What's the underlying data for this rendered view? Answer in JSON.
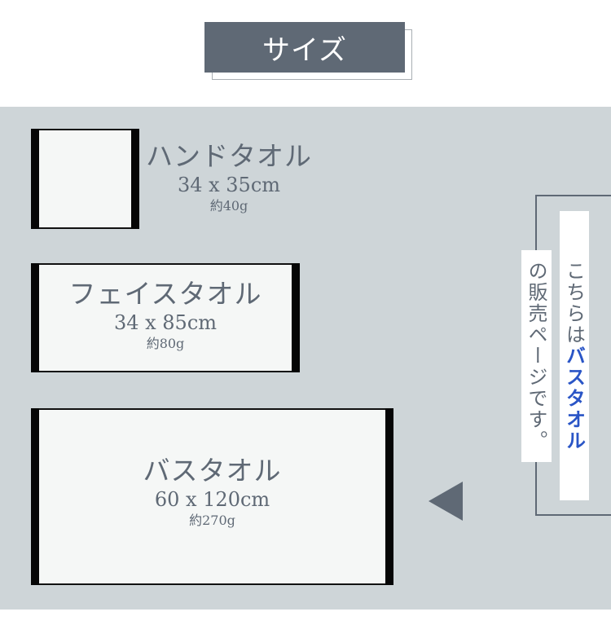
{
  "header": {
    "title": "サイズ"
  },
  "towels": [
    {
      "name": "ハンドタオル",
      "dimensions": "34 x 35cm",
      "weight": "約40g"
    },
    {
      "name": "フェイスタオル",
      "dimensions": "34 x 85cm",
      "weight": "約80g"
    },
    {
      "name": "バスタオル",
      "dimensions": "60 x 120cm",
      "weight": "約270g"
    }
  ],
  "callout": {
    "line1_prefix": "こちらは",
    "line1_highlight": "バスタオル",
    "line2": "の販売ページです。",
    "highlight_color": "#2a55c6"
  },
  "icons": {
    "pointer": "left-triangle-icon"
  },
  "colors": {
    "accent_slate": "#5f6975",
    "panel_bg": "#ced5d8",
    "towel_fill": "#f5f7f6"
  }
}
